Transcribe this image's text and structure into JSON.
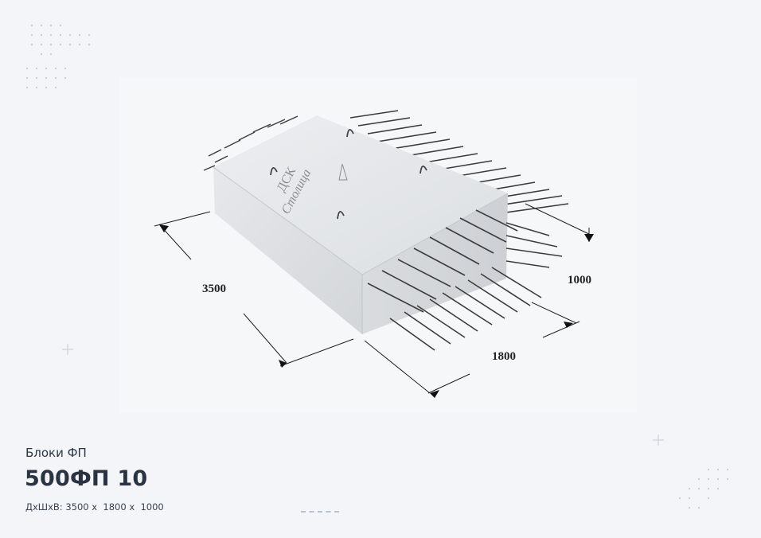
{
  "product": {
    "category": "Блоки ФП",
    "model": "500ФП 10",
    "dimensions_label": "ДхШхВ:",
    "dimensions": [
      "3500",
      "1800",
      "1000"
    ],
    "dimensions_separator": "x"
  },
  "drawing": {
    "dim_length": "3500",
    "dim_width": "1800",
    "dim_height": "1000",
    "stamp_logo": "ДСК Столица"
  },
  "colors": {
    "background": "#f3f5f9",
    "text": "#2a3342",
    "concrete": "#dfe1e4"
  }
}
